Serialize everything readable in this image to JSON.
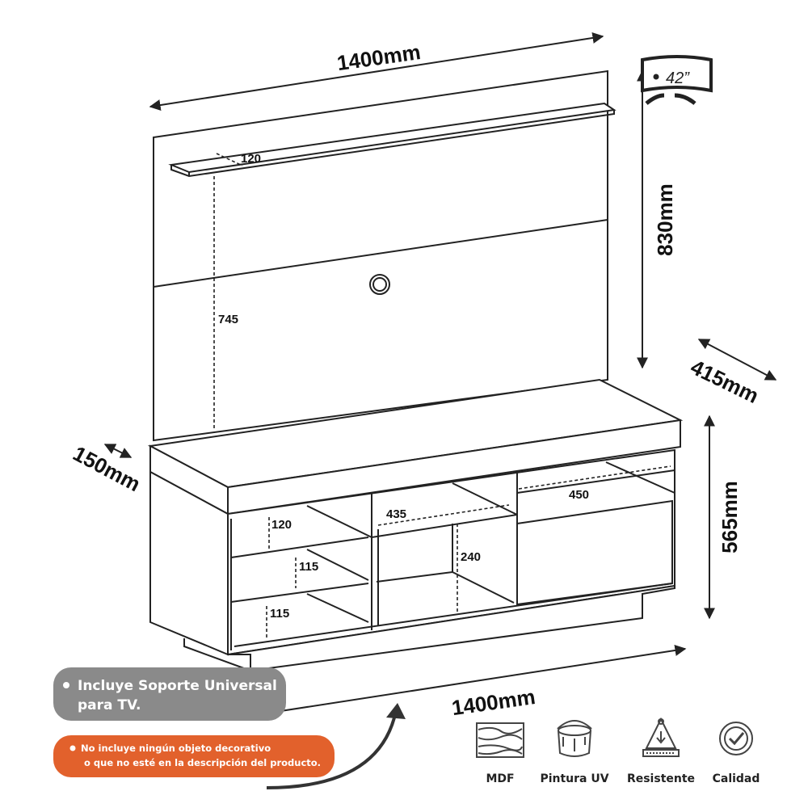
{
  "dimensions": {
    "top_width": "1400mm",
    "bottom_width": "1400mm",
    "panel_height": "830mm",
    "rack_height": "565mm",
    "depth": "415mm",
    "shelf_depth": "150mm",
    "shelf_gap": "120",
    "panel_inner_height": "745",
    "mid_depth": "435",
    "right_depth": "450",
    "left_top": "120",
    "left_mid": "115",
    "left_bottom": "115",
    "center_height": "240"
  },
  "tv_badge": {
    "size": "42”"
  },
  "notes": {
    "support_line1": "Incluye Soporte Universal",
    "support_line2": "para TV.",
    "decor_line1": "No incluye ningún objeto decorativo",
    "decor_line2": "o que no esté en la descripción del producto."
  },
  "features": [
    {
      "label": "MDF",
      "icon": "wood-grain-icon"
    },
    {
      "label": "Pintura UV",
      "icon": "paint-can-icon"
    },
    {
      "label": "Resistente",
      "icon": "weight-icon"
    },
    {
      "label": "Calidad",
      "icon": "quality-seal-icon"
    }
  ],
  "colors": {
    "line": "#222222",
    "gray_badge": "#8a8a8a",
    "orange_badge": "#e2612c"
  }
}
